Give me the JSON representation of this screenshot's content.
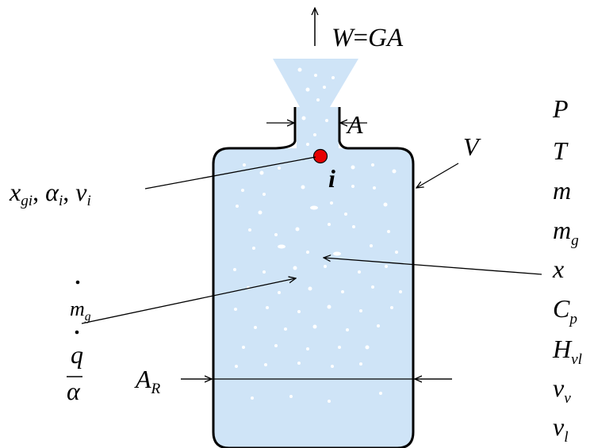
{
  "top_label": {
    "lhs": "W",
    "eq": "=",
    "rhs": "GA"
  },
  "orifice_label": "A",
  "volume_label": "V",
  "inlet_point_label": "i",
  "inlet_props": [
    {
      "base": "x",
      "sub": "gi"
    },
    {
      "base": "α",
      "sub": "i"
    },
    {
      "base": "v",
      "sub": "i"
    }
  ],
  "left_vars": {
    "mg": {
      "base": "m",
      "sub": "g"
    },
    "q": "q",
    "alpha": "α"
  },
  "area_label": {
    "base": "A",
    "sub": "R"
  },
  "state_vars": [
    {
      "base": "P",
      "sub": ""
    },
    {
      "base": "T",
      "sub": ""
    },
    {
      "base": "m",
      "sub": ""
    },
    {
      "base": "m",
      "sub": "g"
    },
    {
      "base": "x",
      "sub": ""
    },
    {
      "base": "C",
      "sub": "p"
    },
    {
      "base": "H",
      "sub": "vl"
    },
    {
      "base": "v",
      "sub": "v"
    },
    {
      "base": "v",
      "sub": "l"
    }
  ],
  "colors": {
    "fluid": "#cfe4f7",
    "bubble": "#ffffff",
    "inlet_point": "#e60000",
    "line": "#000000"
  }
}
